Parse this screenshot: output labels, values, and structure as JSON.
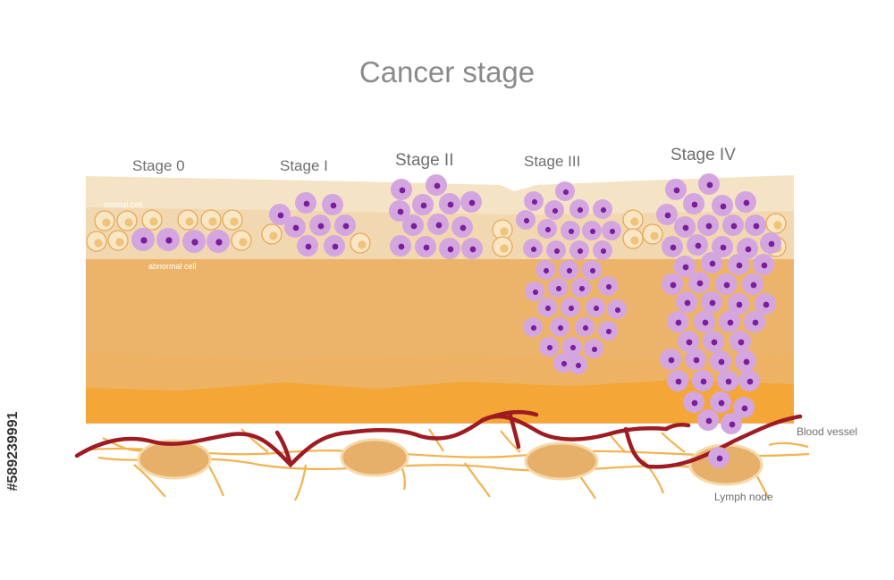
{
  "title": "Cancer stage",
  "stages": [
    "Stage 0",
    "Stage I",
    "Stage II",
    "Stage III",
    "Stage IV"
  ],
  "labels": {
    "normal_cell": "normal cell",
    "abnormal_cell": "abnormal cell",
    "blood_vessel": "Blood vessel",
    "lymph_node": "Lymph node"
  },
  "credit": "#589239991",
  "colors": {
    "epidermis_top": "#f5e3c6",
    "epidermis_mid": "#f2d8b0",
    "dermis": "#ecb46a",
    "subcutis": "#f4a636",
    "cancer_cell": "#d4a6e0",
    "cancer_nucleus": "#7a1f98",
    "normal_cell_fill": "#f8e6c4",
    "normal_cell_border": "#e6a95a",
    "blood_vessel": "#9e1b22",
    "lymph_vessel": "#f2b24e",
    "lymph_node_fill": "#e6b06a"
  }
}
